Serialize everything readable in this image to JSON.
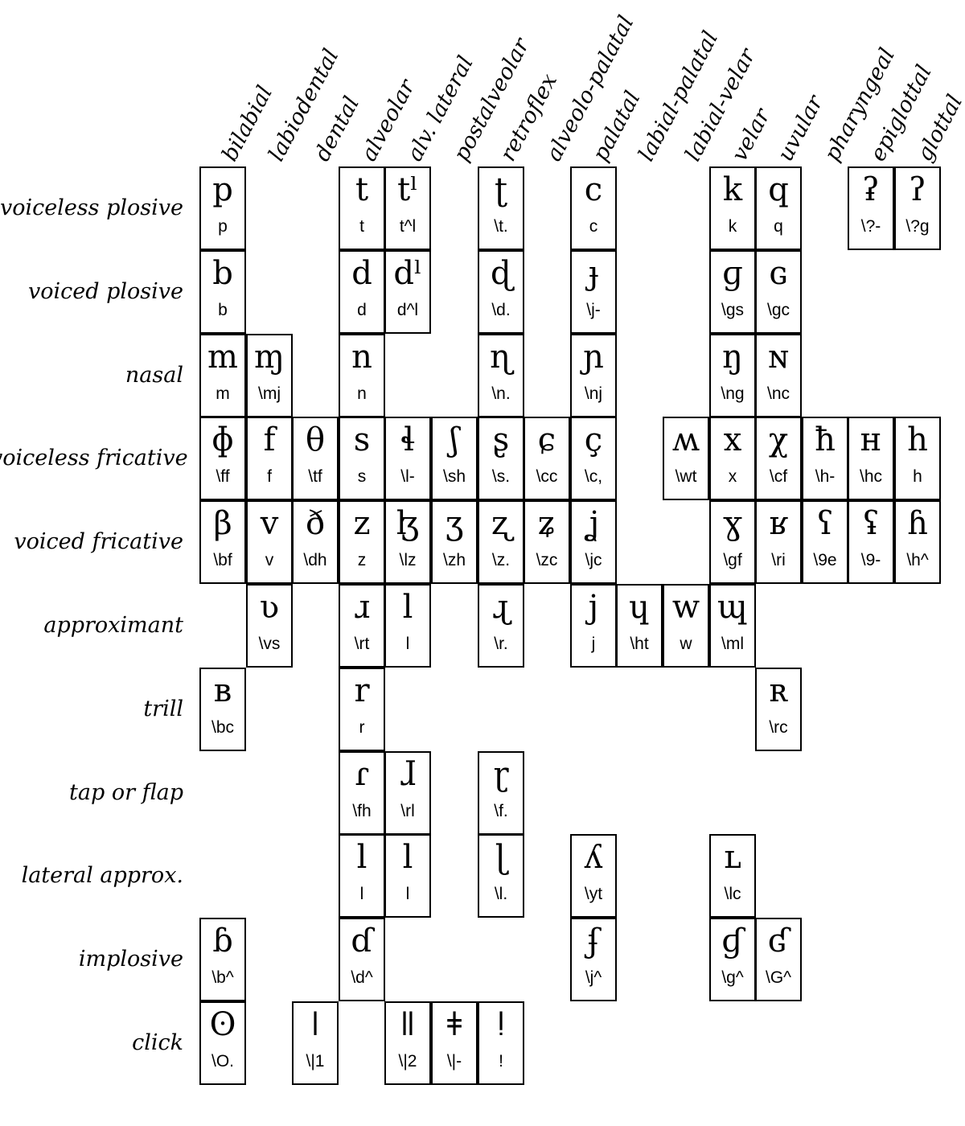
{
  "columns": [
    "bilabial",
    "labiodental",
    "dental",
    "alveolar",
    "alv. lateral",
    "postalveolar",
    "retroflex",
    "alveolo-palatal",
    "palatal",
    "labial-palatal",
    "labial-velar",
    "velar",
    "uvular",
    "pharyngeal",
    "epiglottal",
    "glottal"
  ],
  "rows": [
    "voiceless plosive",
    "voiced plosive",
    "nasal",
    "voiceless fricative",
    "voiced fricative",
    "approximant",
    "trill",
    "tap or flap",
    "lateral approx.",
    "implosive",
    "click"
  ],
  "cells": [
    {
      "row": 0,
      "col": 0,
      "sym": "p",
      "code": "p"
    },
    {
      "row": 0,
      "col": 3,
      "sym": "t",
      "code": "t"
    },
    {
      "row": 0,
      "col": 4,
      "sym": "tˡ",
      "code": "t^l"
    },
    {
      "row": 0,
      "col": 6,
      "sym": "ʈ",
      "code": "\\t."
    },
    {
      "row": 0,
      "col": 8,
      "sym": "c",
      "code": "c"
    },
    {
      "row": 0,
      "col": 11,
      "sym": "k",
      "code": "k"
    },
    {
      "row": 0,
      "col": 12,
      "sym": "q",
      "code": "q"
    },
    {
      "row": 0,
      "col": 14,
      "sym": "ʡ",
      "code": "\\?-"
    },
    {
      "row": 0,
      "col": 15,
      "sym": "ʔ",
      "code": "\\?g"
    },
    {
      "row": 1,
      "col": 0,
      "sym": "b",
      "code": "b"
    },
    {
      "row": 1,
      "col": 3,
      "sym": "d",
      "code": "d"
    },
    {
      "row": 1,
      "col": 4,
      "sym": "dˡ",
      "code": "d^l"
    },
    {
      "row": 1,
      "col": 6,
      "sym": "ɖ",
      "code": "\\d."
    },
    {
      "row": 1,
      "col": 8,
      "sym": "ɟ",
      "code": "\\j-"
    },
    {
      "row": 1,
      "col": 11,
      "sym": "ɡ",
      "code": "\\gs"
    },
    {
      "row": 1,
      "col": 12,
      "sym": "ɢ",
      "code": "\\gc"
    },
    {
      "row": 2,
      "col": 0,
      "sym": "m",
      "code": "m"
    },
    {
      "row": 2,
      "col": 1,
      "sym": "ɱ",
      "code": "\\mj"
    },
    {
      "row": 2,
      "col": 3,
      "sym": "n",
      "code": "n"
    },
    {
      "row": 2,
      "col": 6,
      "sym": "ɳ",
      "code": "\\n."
    },
    {
      "row": 2,
      "col": 8,
      "sym": "ɲ",
      "code": "\\nj"
    },
    {
      "row": 2,
      "col": 11,
      "sym": "ŋ",
      "code": "\\ng"
    },
    {
      "row": 2,
      "col": 12,
      "sym": "ɴ",
      "code": "\\nc"
    },
    {
      "row": 3,
      "col": 0,
      "sym": "ɸ",
      "code": "\\ff"
    },
    {
      "row": 3,
      "col": 1,
      "sym": "f",
      "code": "f"
    },
    {
      "row": 3,
      "col": 2,
      "sym": "θ",
      "code": "\\tf"
    },
    {
      "row": 3,
      "col": 3,
      "sym": "s",
      "code": "s"
    },
    {
      "row": 3,
      "col": 4,
      "sym": "ɬ",
      "code": "\\l-"
    },
    {
      "row": 3,
      "col": 5,
      "sym": "ʃ",
      "code": "\\sh"
    },
    {
      "row": 3,
      "col": 6,
      "sym": "ʂ",
      "code": "\\s."
    },
    {
      "row": 3,
      "col": 7,
      "sym": "ɕ",
      "code": "\\cc"
    },
    {
      "row": 3,
      "col": 8,
      "sym": "ç",
      "code": "\\c,"
    },
    {
      "row": 3,
      "col": 10,
      "sym": "ʍ",
      "code": "\\wt"
    },
    {
      "row": 3,
      "col": 11,
      "sym": "x",
      "code": "x"
    },
    {
      "row": 3,
      "col": 12,
      "sym": "χ",
      "code": "\\cf"
    },
    {
      "row": 3,
      "col": 13,
      "sym": "ħ",
      "code": "\\h-"
    },
    {
      "row": 3,
      "col": 14,
      "sym": "ʜ",
      "code": "\\hc"
    },
    {
      "row": 3,
      "col": 15,
      "sym": "h",
      "code": "h"
    },
    {
      "row": 4,
      "col": 0,
      "sym": "β",
      "code": "\\bf"
    },
    {
      "row": 4,
      "col": 1,
      "sym": "v",
      "code": "v"
    },
    {
      "row": 4,
      "col": 2,
      "sym": "ð",
      "code": "\\dh"
    },
    {
      "row": 4,
      "col": 3,
      "sym": "z",
      "code": "z"
    },
    {
      "row": 4,
      "col": 4,
      "sym": "ɮ",
      "code": "\\lz"
    },
    {
      "row": 4,
      "col": 5,
      "sym": "ʒ",
      "code": "\\zh"
    },
    {
      "row": 4,
      "col": 6,
      "sym": "ʐ",
      "code": "\\z."
    },
    {
      "row": 4,
      "col": 7,
      "sym": "ʑ",
      "code": "\\zc"
    },
    {
      "row": 4,
      "col": 8,
      "sym": "ʝ",
      "code": "\\jc"
    },
    {
      "row": 4,
      "col": 11,
      "sym": "ɣ",
      "code": "\\gf"
    },
    {
      "row": 4,
      "col": 12,
      "sym": "ʁ",
      "code": "\\ri"
    },
    {
      "row": 4,
      "col": 13,
      "sym": "ʕ",
      "code": "\\9e"
    },
    {
      "row": 4,
      "col": 14,
      "sym": "ʢ",
      "code": "\\9-"
    },
    {
      "row": 4,
      "col": 15,
      "sym": "ɦ",
      "code": "\\h^"
    },
    {
      "row": 5,
      "col": 1,
      "sym": "ʋ",
      "code": "\\vs"
    },
    {
      "row": 5,
      "col": 3,
      "sym": "ɹ",
      "code": "\\rt"
    },
    {
      "row": 5,
      "col": 4,
      "sym": "l",
      "code": "l"
    },
    {
      "row": 5,
      "col": 6,
      "sym": "ɻ",
      "code": "\\r."
    },
    {
      "row": 5,
      "col": 8,
      "sym": "j",
      "code": "j"
    },
    {
      "row": 5,
      "col": 9,
      "sym": "ɥ",
      "code": "\\ht"
    },
    {
      "row": 5,
      "col": 10,
      "sym": "w",
      "code": "w"
    },
    {
      "row": 5,
      "col": 11,
      "sym": "ɰ",
      "code": "\\ml"
    },
    {
      "row": 6,
      "col": 0,
      "sym": "ʙ",
      "code": "\\bc"
    },
    {
      "row": 6,
      "col": 3,
      "sym": "r",
      "code": "r"
    },
    {
      "row": 6,
      "col": 12,
      "sym": "ʀ",
      "code": "\\rc"
    },
    {
      "row": 7,
      "col": 3,
      "sym": "ɾ",
      "code": "\\fh"
    },
    {
      "row": 7,
      "col": 4,
      "sym": "ɺ",
      "code": "\\rl"
    },
    {
      "row": 7,
      "col": 6,
      "sym": "ɽ",
      "code": "\\f."
    },
    {
      "row": 8,
      "col": 3,
      "sym": "l",
      "code": "l"
    },
    {
      "row": 8,
      "col": 4,
      "sym": "l",
      "code": "l"
    },
    {
      "row": 8,
      "col": 6,
      "sym": "ɭ",
      "code": "\\l."
    },
    {
      "row": 8,
      "col": 8,
      "sym": "ʎ",
      "code": "\\yt"
    },
    {
      "row": 8,
      "col": 11,
      "sym": "ʟ",
      "code": "\\lc"
    },
    {
      "row": 9,
      "col": 0,
      "sym": "ɓ",
      "code": "\\b^"
    },
    {
      "row": 9,
      "col": 3,
      "sym": "ɗ",
      "code": "\\d^"
    },
    {
      "row": 9,
      "col": 8,
      "sym": "ʄ",
      "code": "\\j^"
    },
    {
      "row": 9,
      "col": 11,
      "sym": "ɠ",
      "code": "\\g^"
    },
    {
      "row": 9,
      "col": 12,
      "sym": "ʛ",
      "code": "\\G^"
    },
    {
      "row": 10,
      "col": 0,
      "sym": "ʘ",
      "code": "\\O."
    },
    {
      "row": 10,
      "col": 2,
      "sym": "ǀ",
      "code": "\\|1"
    },
    {
      "row": 10,
      "col": 4,
      "sym": "ǁ",
      "code": "\\|2"
    },
    {
      "row": 10,
      "col": 5,
      "sym": "ǂ",
      "code": "\\|-"
    },
    {
      "row": 10,
      "col": 6,
      "sym": "ǃ",
      "code": "!"
    }
  ]
}
